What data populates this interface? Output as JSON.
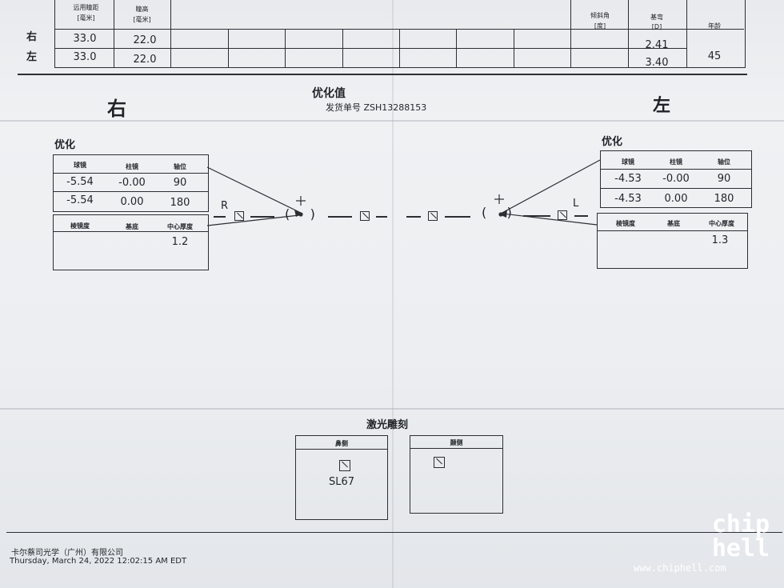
{
  "top_table": {
    "headers": {
      "far_pd": "远用瞳距",
      "far_pd_unit": "[毫米]",
      "fitting_height": "瞳高",
      "fitting_height_unit": "[毫米]",
      "tilt": "倾斜角",
      "tilt_unit": "[度]",
      "base": "基弯",
      "base_unit": "[D]",
      "age": "年龄"
    },
    "rows": [
      {
        "side": "右",
        "pd": "33.0",
        "height": "22.0",
        "base": "2.41"
      },
      {
        "side": "左",
        "pd": "33.0",
        "height": "22.0",
        "base": "3.40"
      }
    ],
    "age_value": "45"
  },
  "heading": {
    "title": "优化值",
    "order_number": "发货单号 ZSH13288153",
    "right_label": "右",
    "left_label": "左"
  },
  "right_panel": {
    "title": "优化",
    "rx_headers": [
      "球镜",
      "柱镜",
      "轴位"
    ],
    "rx_rows": [
      [
        "-5.54",
        "-0.00",
        "90"
      ],
      [
        "-5.54",
        "0.00",
        "180"
      ]
    ],
    "prism_headers": [
      "棱镜度",
      "基底",
      "中心厚度"
    ],
    "center_thickness": "1.2",
    "eye_letter": "R"
  },
  "left_panel": {
    "title": "优化",
    "rx_headers": [
      "球镜",
      "柱镜",
      "轴位"
    ],
    "rx_rows": [
      [
        "-4.53",
        "-0.00",
        "90"
      ],
      [
        "-4.53",
        "0.00",
        "180"
      ]
    ],
    "prism_headers": [
      "棱镜度",
      "基底",
      "中心厚度"
    ],
    "center_thickness": "1.3",
    "eye_letter": "L"
  },
  "engraving": {
    "title": "激光雕刻",
    "nasal_label": "鼻侧",
    "nasal_text": "SL67",
    "temporal_label": "颞侧"
  },
  "footer": {
    "company": "卡尔蔡司光学（广州）有限公司",
    "timestamp": "Thursday, March 24, 2022 12:02:15 AM EDT"
  },
  "watermark": {
    "logo": "chip hell",
    "url": "www.chiphell.com"
  }
}
